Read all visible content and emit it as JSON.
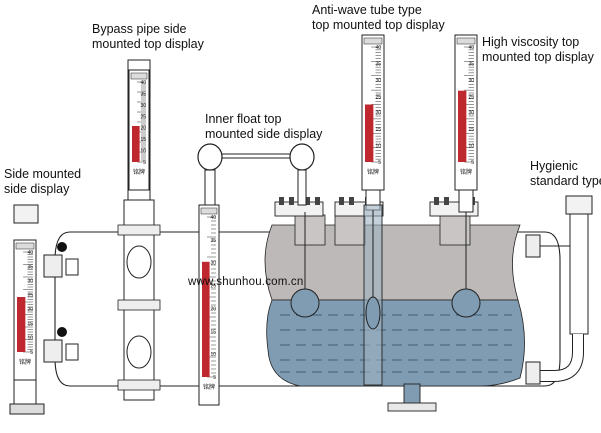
{
  "labels": {
    "side_mounted": [
      "Side mounted",
      "side display"
    ],
    "bypass_pipe": [
      "Bypass pipe side",
      "mounted top display"
    ],
    "inner_float": [
      "Inner float top",
      "mounted side display"
    ],
    "anti_wave": [
      "Anti-wave tube type",
      "top mounted top display"
    ],
    "high_viscosity": [
      "High viscosity top",
      "mounted top display"
    ],
    "hygienic": [
      "Hygienic",
      "standard type"
    ]
  },
  "watermark": "www.shunhou.com.cn",
  "gauge_brand": "铭牌",
  "gauge_scale": [
    "40",
    "35",
    "30",
    "25",
    "20",
    "15",
    "10",
    "5"
  ],
  "colors": {
    "indicator_red": "#c0282f",
    "liquid": "#7f9cb2",
    "vapor": "#bdb9b8",
    "outline": "#222222"
  }
}
